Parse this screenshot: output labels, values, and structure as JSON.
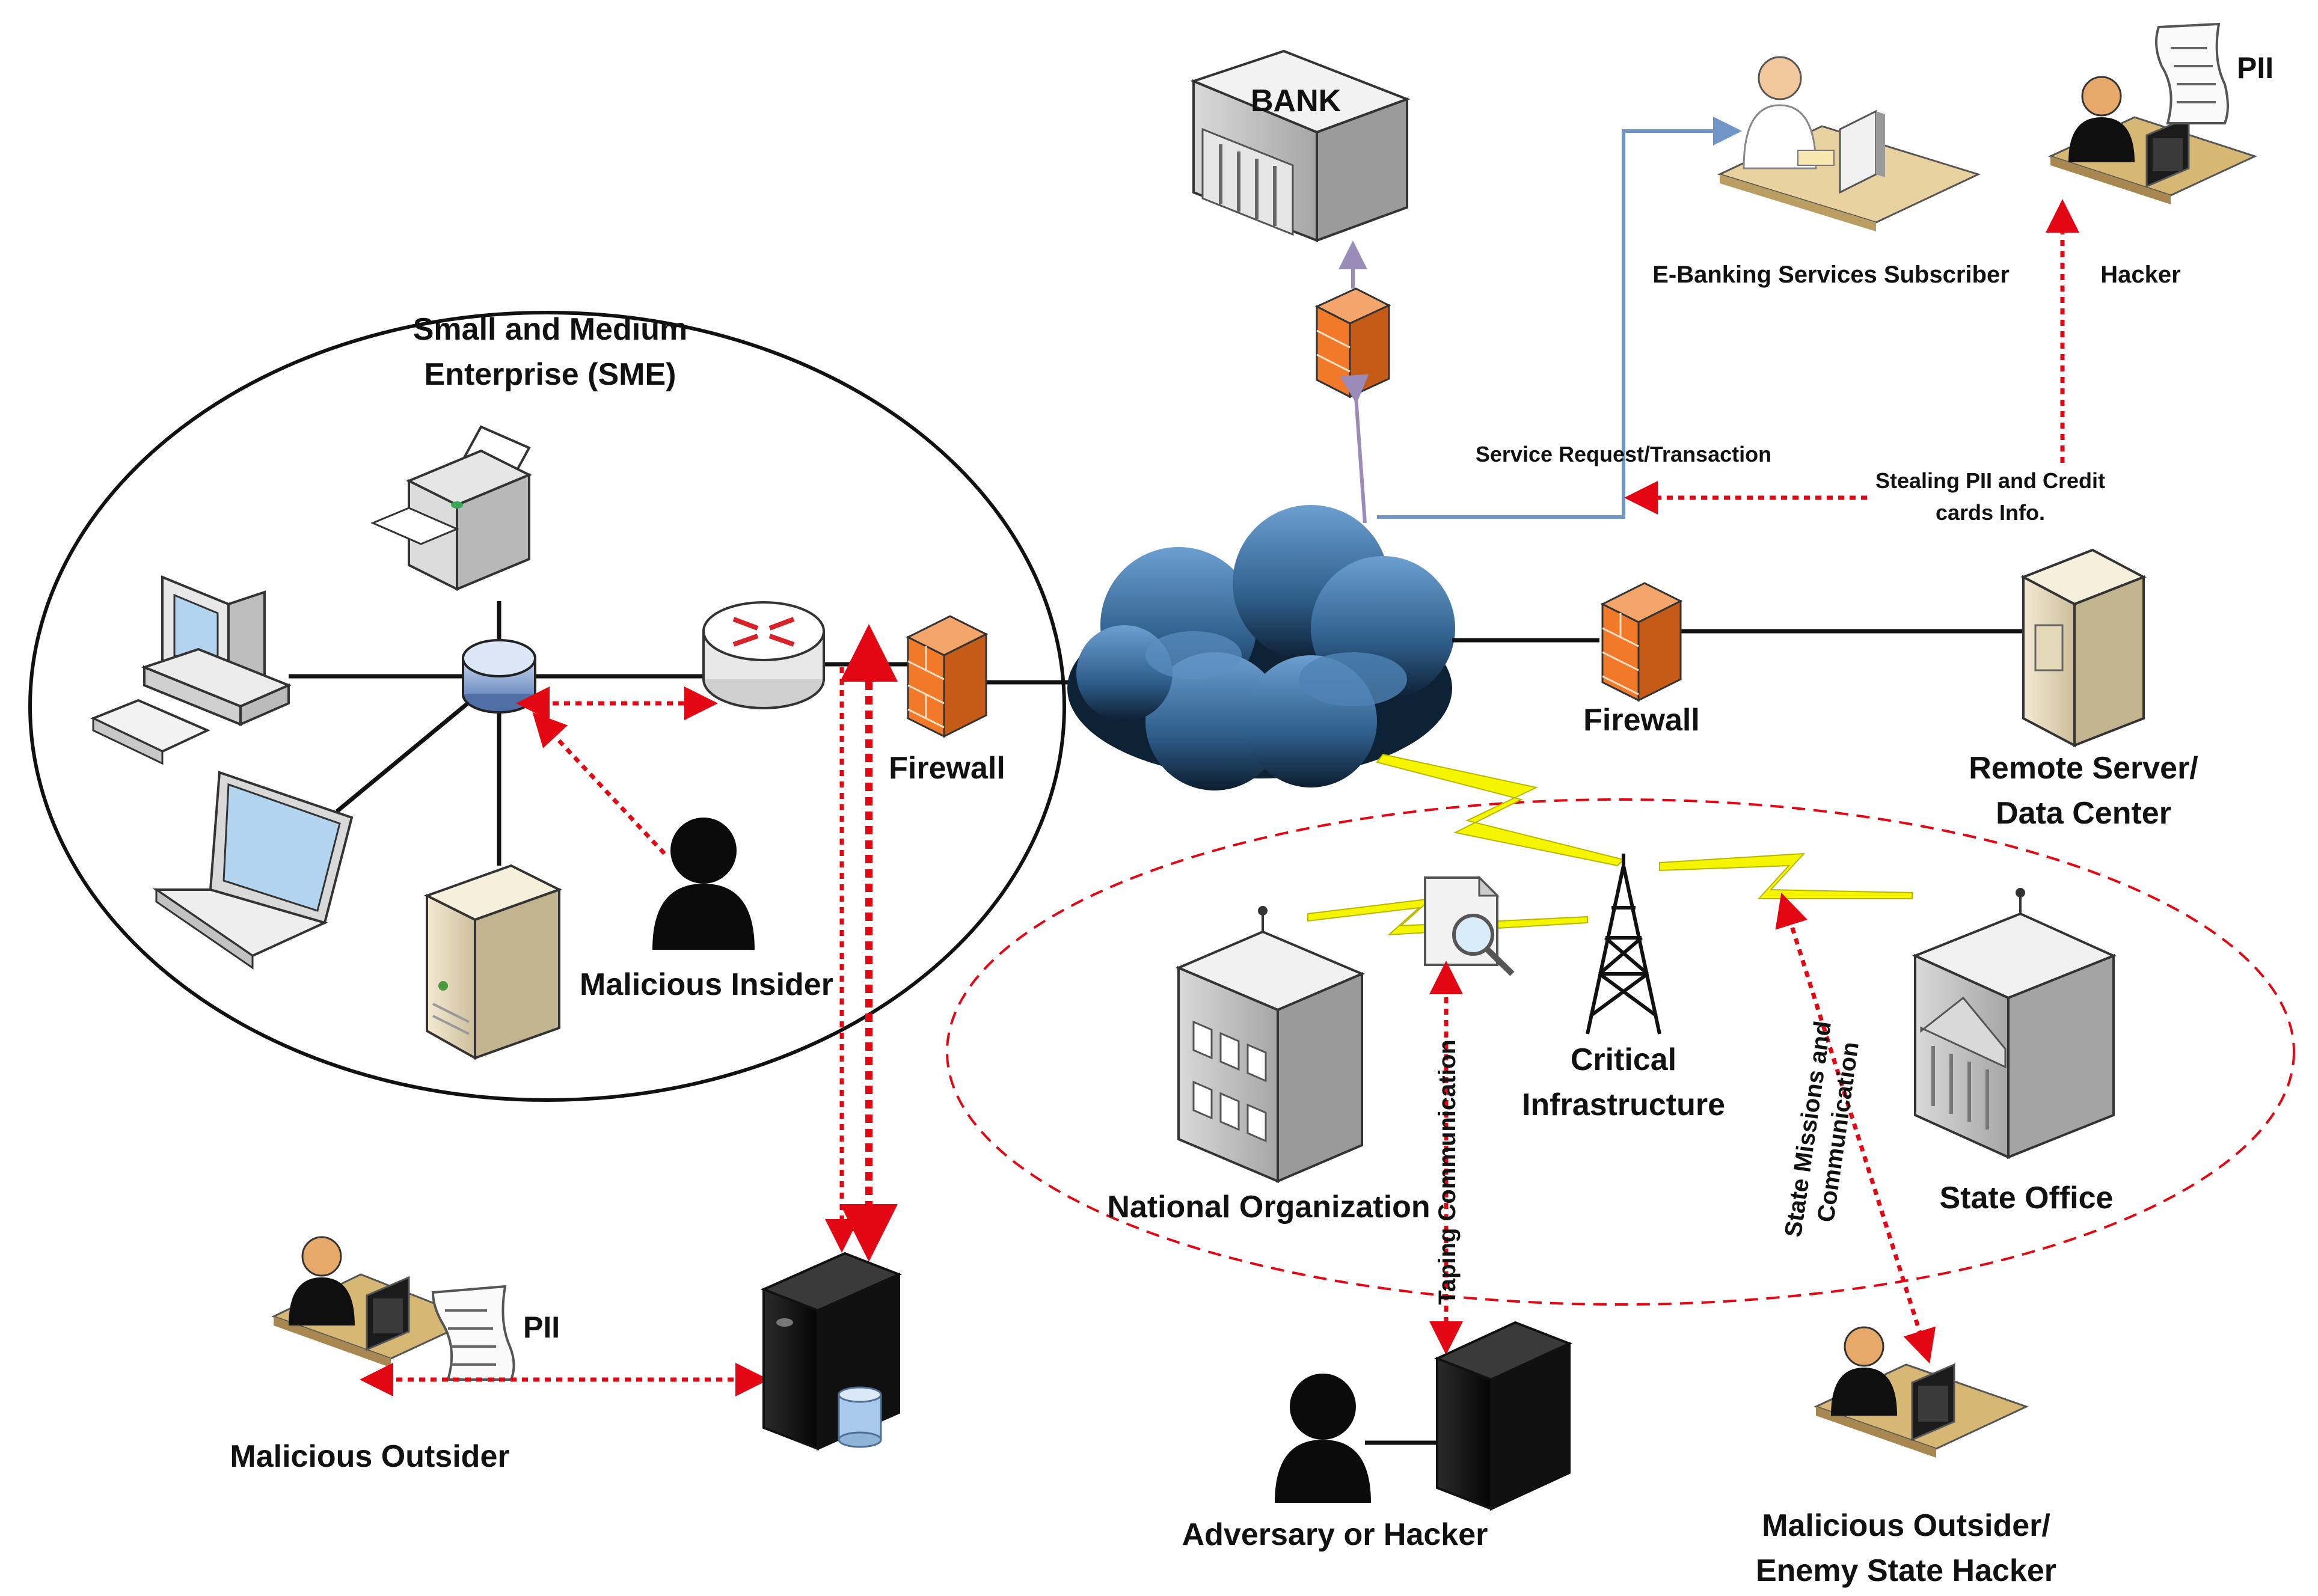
{
  "labels": {
    "sme_line1": "Small and Medium",
    "sme_line2": "Enterprise (SME)",
    "bank": "BANK",
    "ebanking_subscriber": "E-Banking Services Subscriber",
    "hacker_top": "Hacker",
    "pii_top": "PII",
    "service_request": "Service Request/Transaction",
    "stealing_line1": "Stealing PII and Credit",
    "stealing_line2": "cards Info.",
    "firewall_sme": "Firewall",
    "firewall_remote": "Firewall",
    "remote_server_line1": "Remote Server/",
    "remote_server_line2": "Data Center",
    "malicious_insider": "Malicious Insider",
    "critical_line1": "Critical",
    "critical_line2": "Infrastructure",
    "national_org": "National Organization",
    "state_office": "State Office",
    "taping": "Taping Communication",
    "state_missions_line1": "State Missions and",
    "state_missions_line2": "Communication",
    "malicious_outsider": "Malicious Outsider",
    "pii_bottom": "PII",
    "adversary": "Adversary or Hacker",
    "enemy_line1": "Malicious Outsider/",
    "enemy_line2": "Enemy State Hacker"
  },
  "colors": {
    "threat": "#e30613",
    "lightning": "#f5f500",
    "firewall": "#f07a2a",
    "cloud": "#2e5d8a",
    "link_blue": "#6f96c6"
  }
}
